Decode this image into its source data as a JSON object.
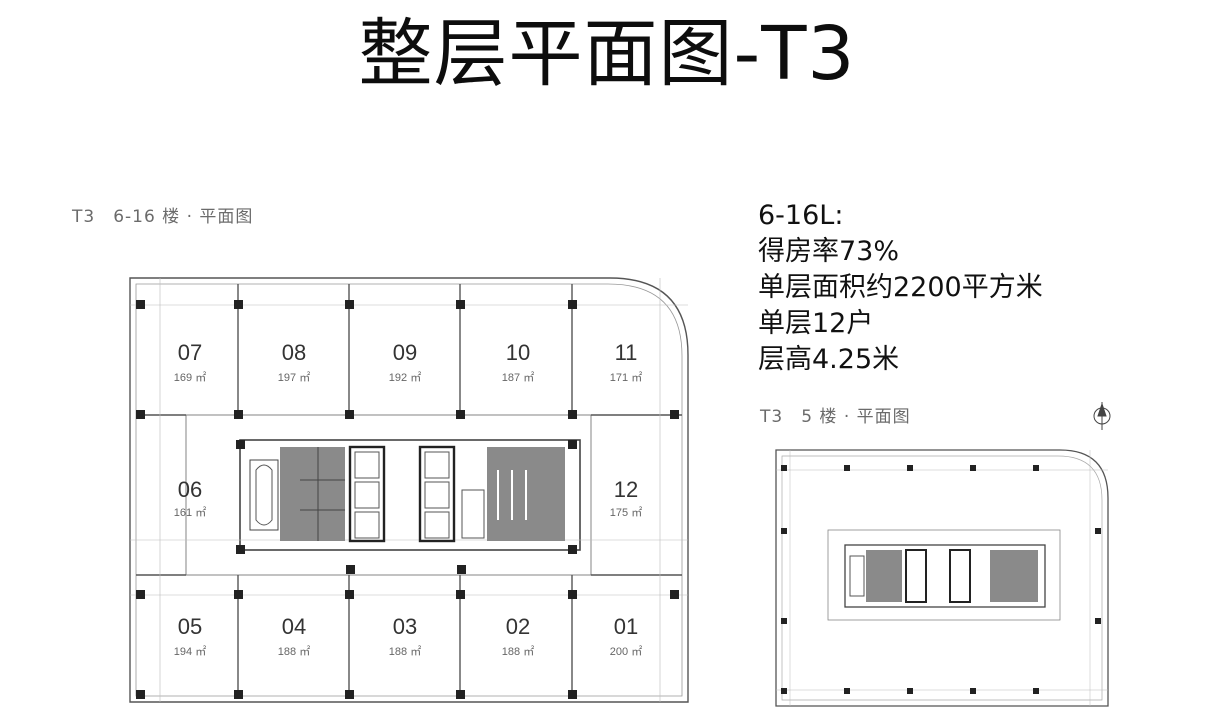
{
  "title": "整层平面图-T3",
  "main_plan": {
    "caption": "T3　6-16 楼 · 平面图",
    "units_top": [
      {
        "no": "07",
        "area": "169 ㎡"
      },
      {
        "no": "08",
        "area": "197 ㎡"
      },
      {
        "no": "09",
        "area": "192 ㎡"
      },
      {
        "no": "10",
        "area": "187 ㎡"
      },
      {
        "no": "11",
        "area": "171 ㎡"
      }
    ],
    "unit_left": {
      "no": "06",
      "area": "161 ㎡"
    },
    "unit_right": {
      "no": "12",
      "area": "175 ㎡"
    },
    "units_bottom": [
      {
        "no": "05",
        "area": "194 ㎡"
      },
      {
        "no": "04",
        "area": "188 ㎡"
      },
      {
        "no": "03",
        "area": "188 ㎡"
      },
      {
        "no": "02",
        "area": "188 ㎡"
      },
      {
        "no": "01",
        "area": "200 ㎡"
      }
    ]
  },
  "info": {
    "floors": "6-16L:",
    "efficiency": "得房率73%",
    "floor_area": "单层面积约2200平方米",
    "units_per_floor": "单层12户",
    "floor_height": "层高4.25米"
  },
  "small_plan": {
    "caption": "T3　5 楼 · 平面图"
  },
  "colors": {
    "line": "#555555",
    "core_fill": "#8a8a8a",
    "column": "#222222"
  }
}
